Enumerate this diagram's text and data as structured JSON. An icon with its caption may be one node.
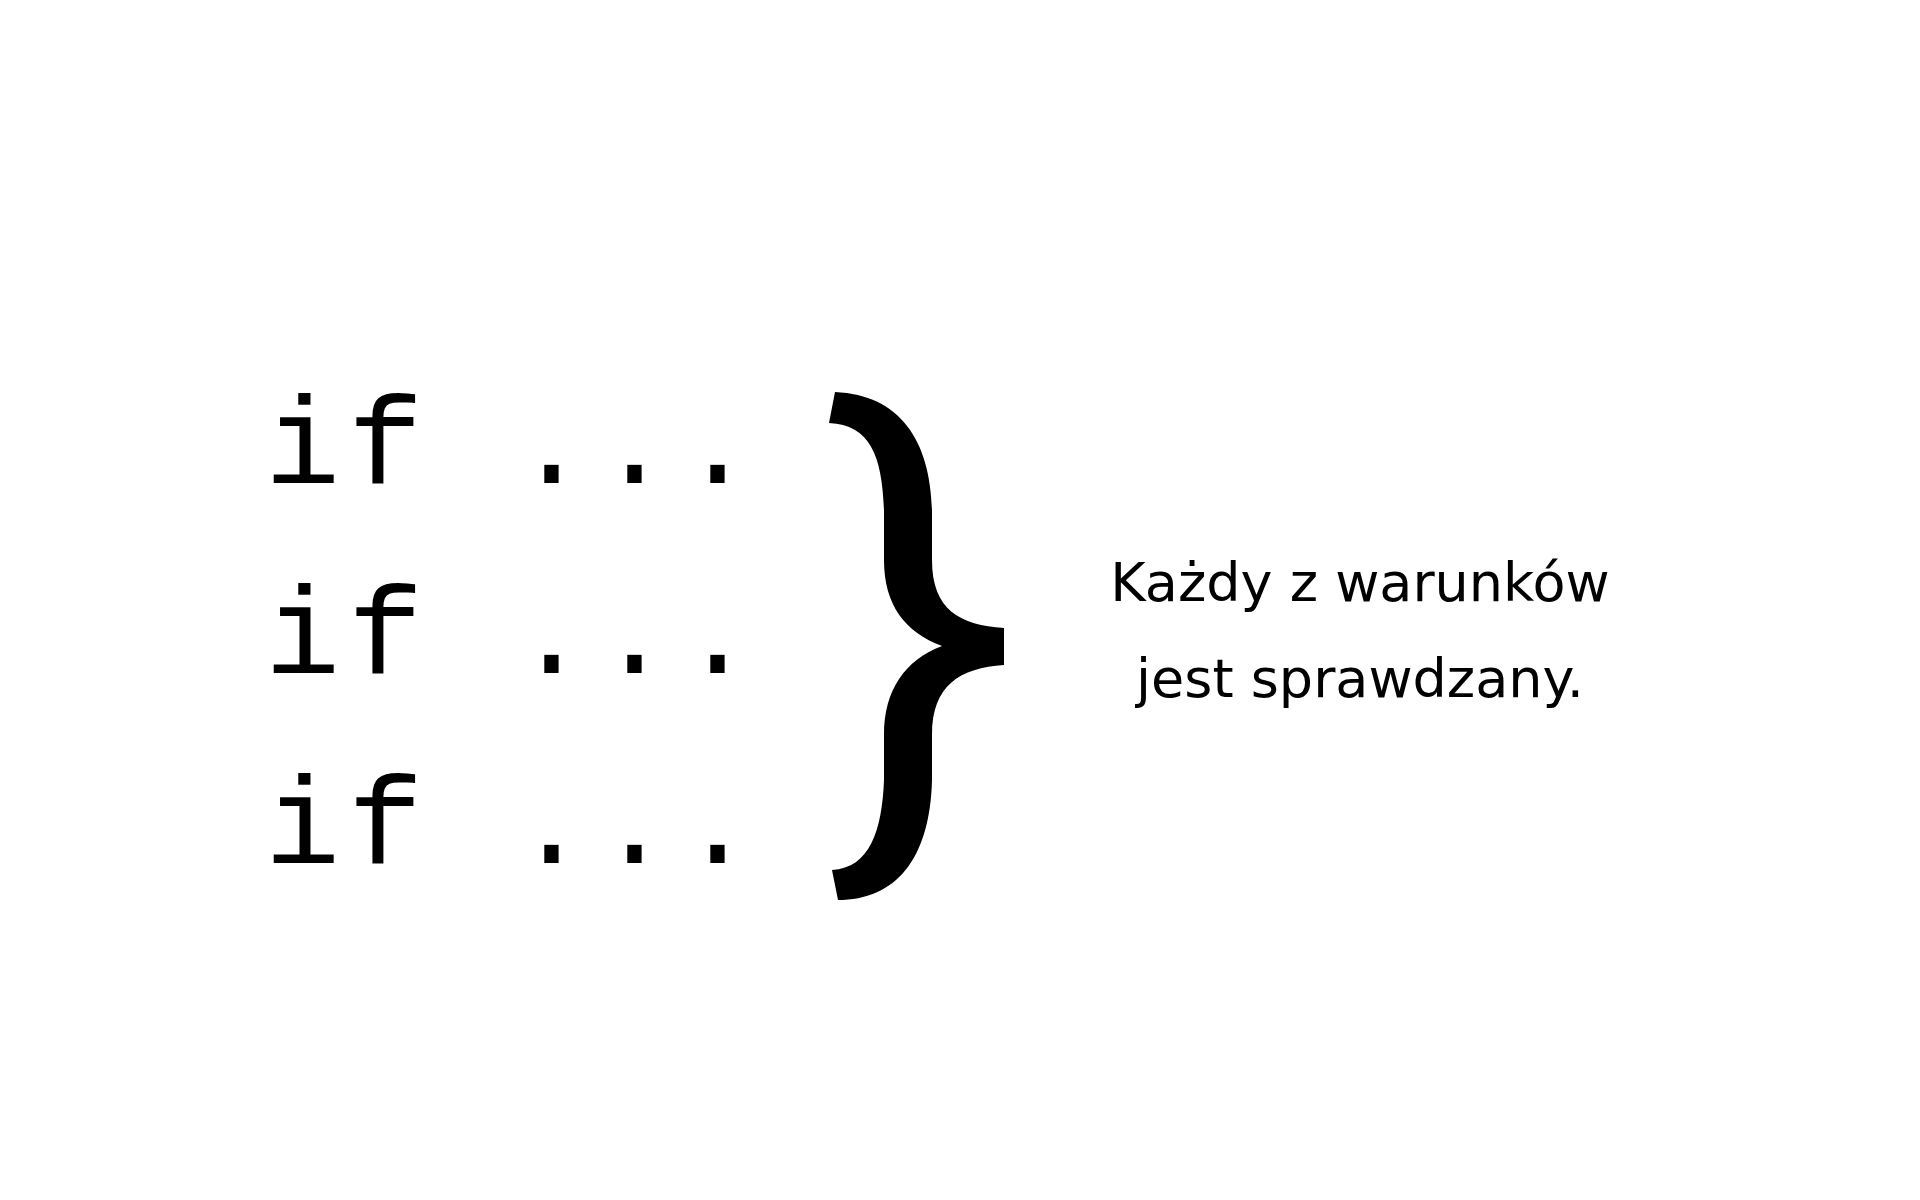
{
  "diagram": {
    "labels": [
      "if ...",
      "if ...",
      "if ...",
      "Każdy z warunków jest sprawdzany."
    ]
  }
}
